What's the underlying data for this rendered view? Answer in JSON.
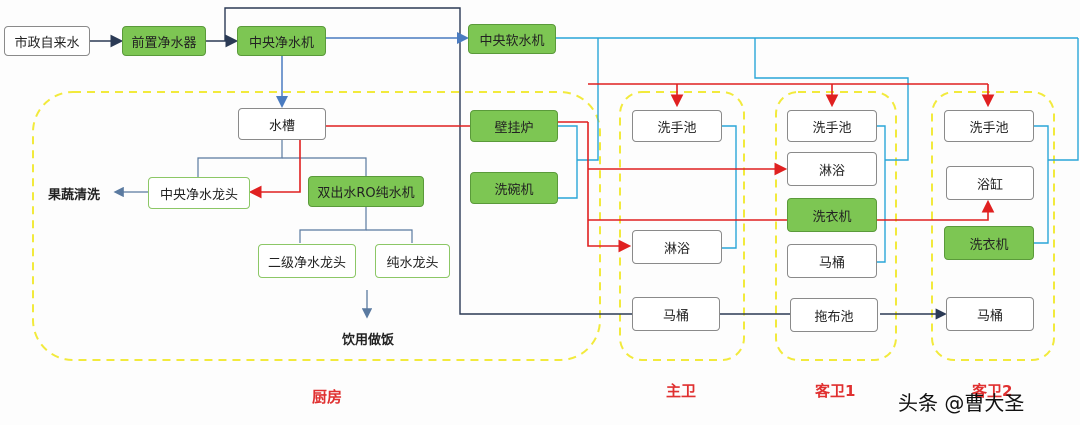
{
  "nodes": {
    "municipal_water": "市政自来水",
    "pre_filter": "前置净水器",
    "central_purifier": "中央净水机",
    "central_softener": "中央软水机",
    "sink": "水槽",
    "wall_boiler": "壁挂炉",
    "dishwasher": "洗碗机",
    "central_faucet": "中央净水龙头",
    "ro_machine": "双出水RO纯水机",
    "secondary_faucet": "二级净水龙头",
    "pure_faucet": "纯水龙头",
    "master_basin": "洗手池",
    "master_shower": "淋浴",
    "master_toilet": "马桶",
    "guest1_basin": "洗手池",
    "guest1_shower": "淋浴",
    "guest1_washer": "洗衣机",
    "guest1_toilet": "马桶",
    "guest1_mop": "拖布池",
    "guest2_basin": "洗手池",
    "guest2_bathtub": "浴缸",
    "guest2_washer": "洗衣机",
    "guest2_toilet": "马桶"
  },
  "labels": {
    "fruit_wash": "果蔬清洗",
    "drink_cook": "饮用做饭"
  },
  "zones": {
    "kitchen": "厨房",
    "master_bath": "主卫",
    "guest_bath1": "客卫1",
    "guest_bath2": "客卫2"
  },
  "watermark": "头条 @曹大圣",
  "colors": {
    "green": "#7dc653",
    "dark_line": "#2b3a55",
    "blue_line": "#2aa5d8",
    "hot_line": "#e02020",
    "zone_border": "#f2ea3c",
    "zone_label": "#e03030"
  }
}
